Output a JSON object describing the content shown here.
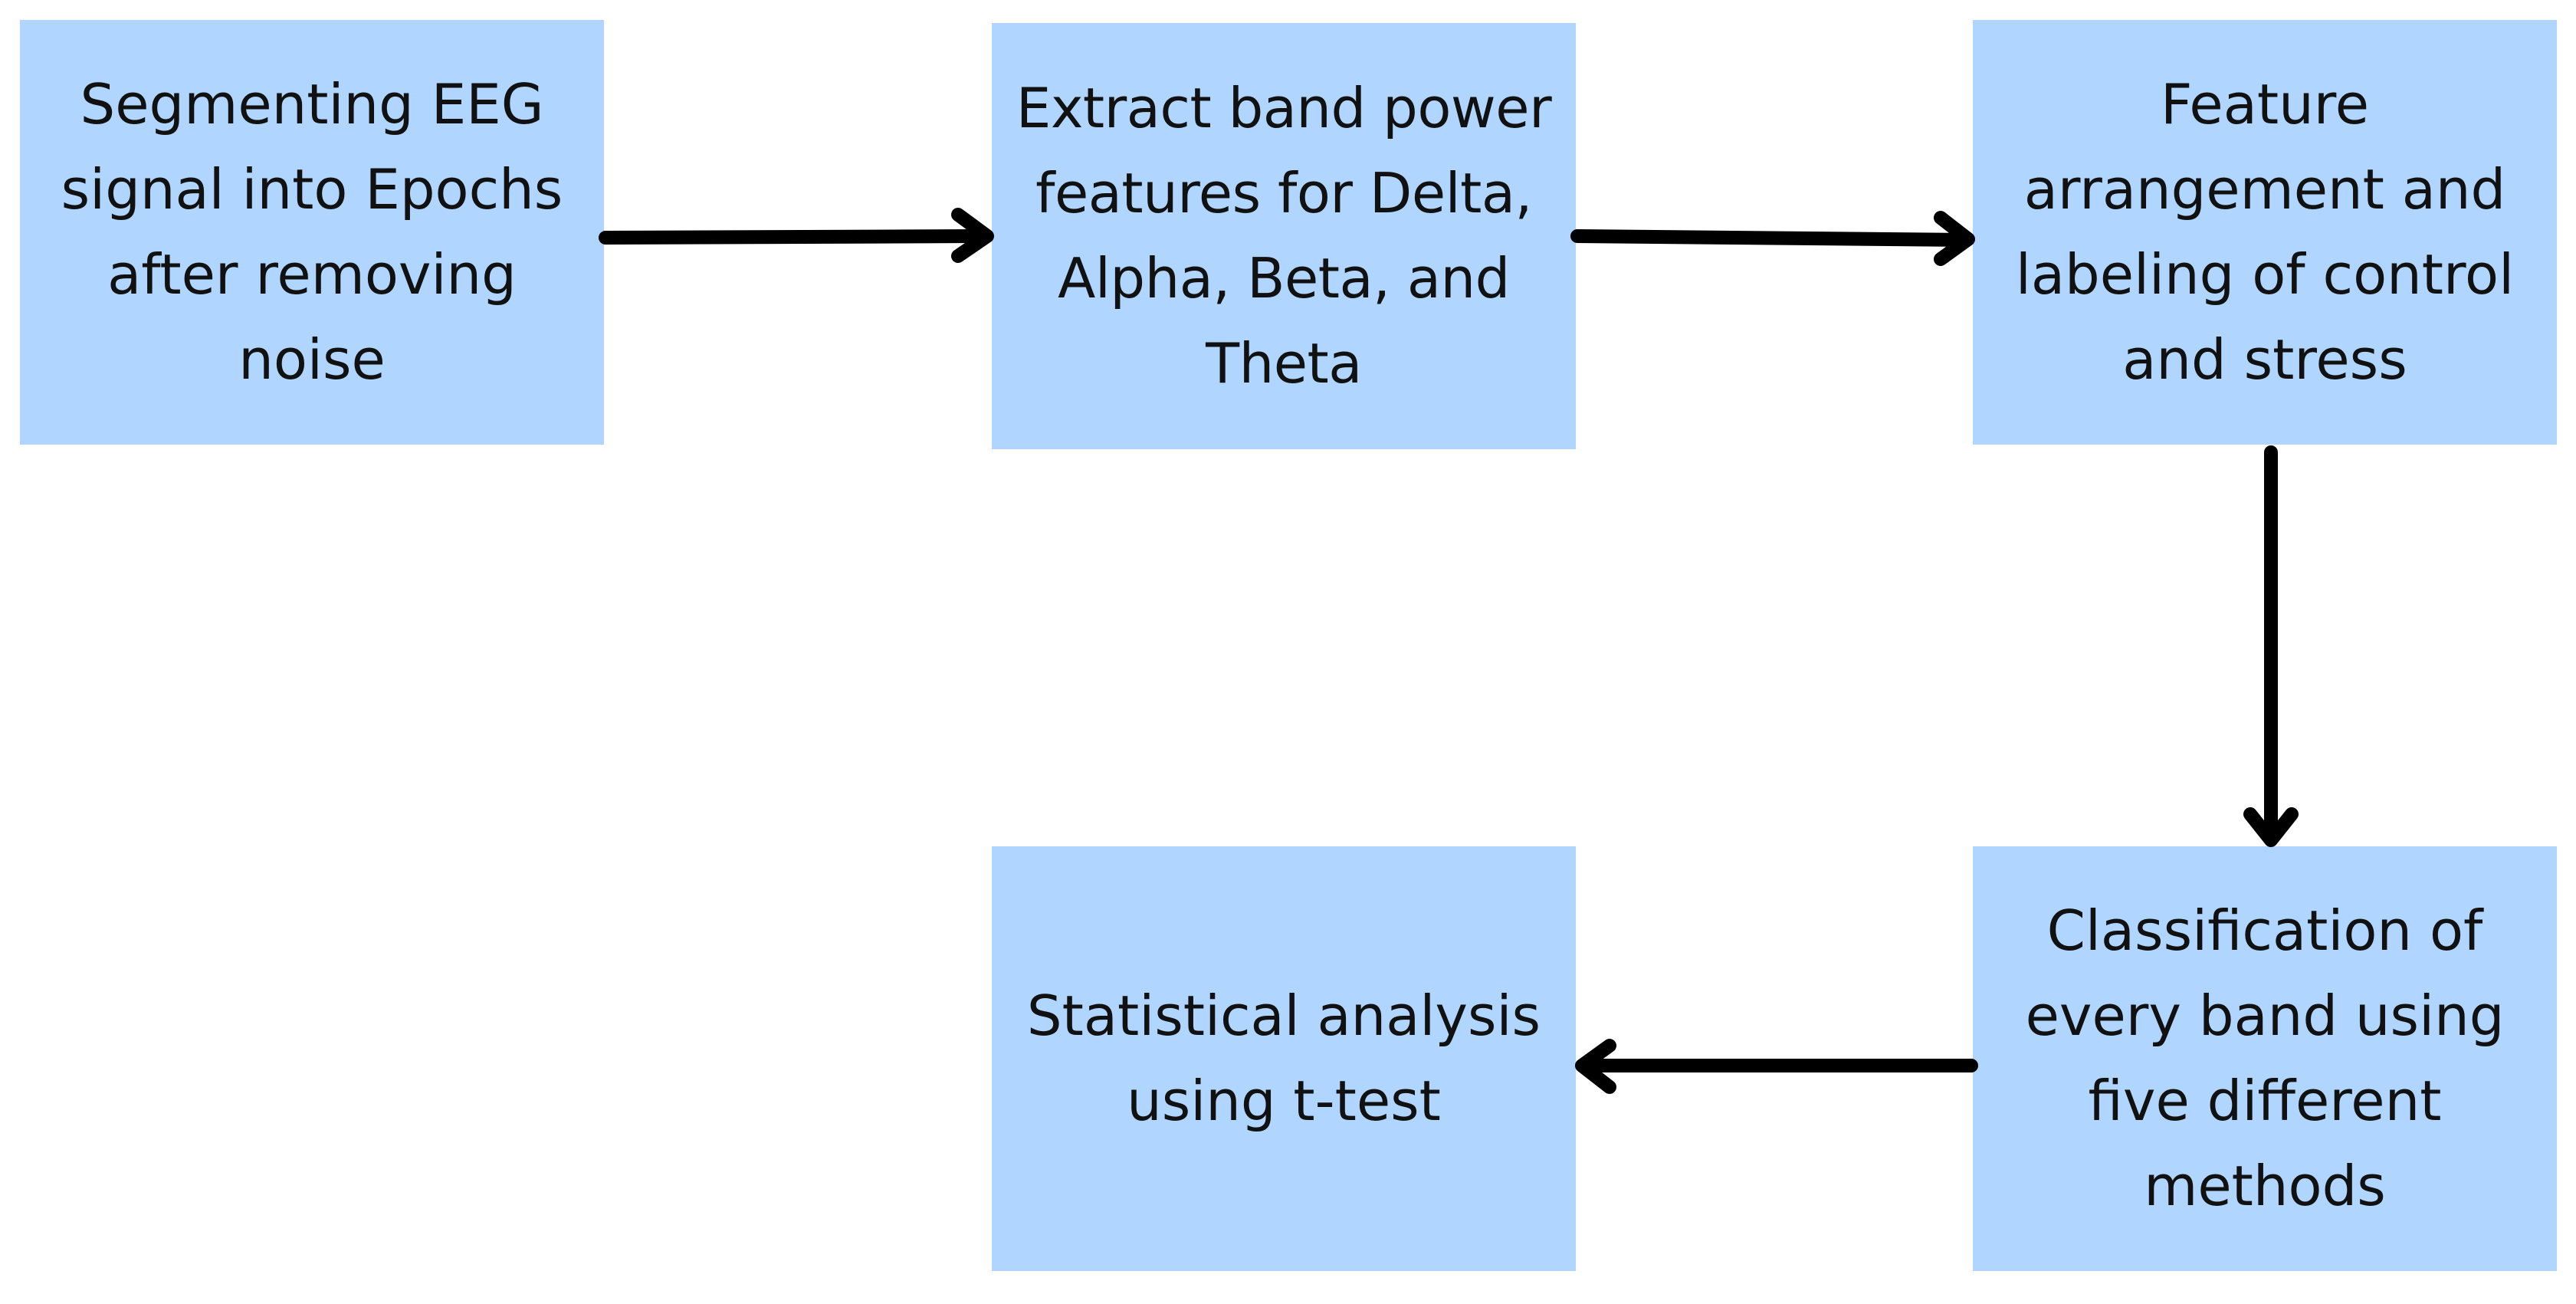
{
  "diagram": {
    "colors": {
      "box_fill": "#b0d6ff",
      "text": "#111111",
      "arrow": "#000000",
      "background": "#ffffff"
    },
    "steps": [
      {
        "id": "segment",
        "label": "Segmenting EEG signal into Epochs after removing noise"
      },
      {
        "id": "extract",
        "label": "Extract band power features for Delta, Alpha, Beta, and Theta"
      },
      {
        "id": "arrange",
        "label": "Feature arrangement and labeling of control and stress"
      },
      {
        "id": "classify",
        "label": "Classification of every band using five different methods"
      },
      {
        "id": "statistics",
        "label": "Statistical analysis using t-test"
      }
    ],
    "edges": [
      {
        "from": "segment",
        "to": "extract"
      },
      {
        "from": "extract",
        "to": "arrange"
      },
      {
        "from": "arrange",
        "to": "classify"
      },
      {
        "from": "classify",
        "to": "statistics"
      }
    ]
  }
}
